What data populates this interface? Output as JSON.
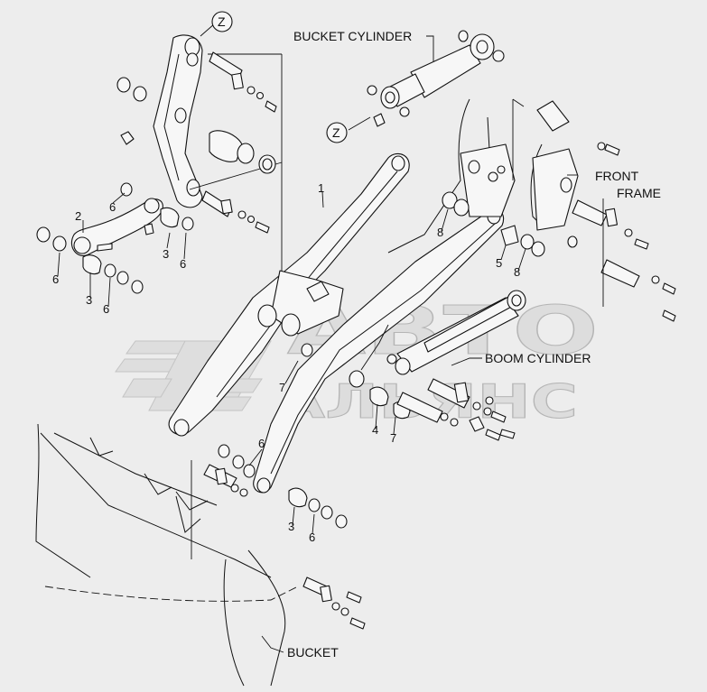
{
  "labels": {
    "bucket_cylinder": "BUCKET CYLINDER",
    "front": "FRONT",
    "frame": "FRAME",
    "boom_cylinder": "BOOM CYLINDER",
    "bucket": "BUCKET"
  },
  "callouts": {
    "z_top": "Z",
    "z_mid": "Z",
    "n1": "1",
    "n2": "2",
    "n3a": "3",
    "n3b": "3",
    "n3c": "3",
    "n4": "4",
    "n5": "5",
    "n6a": "6",
    "n6b": "6",
    "n6c": "6",
    "n6d": "6",
    "n6e": "6",
    "n7a": "7",
    "n7b": "7",
    "n8a": "8",
    "n8b": "8"
  },
  "watermark": {
    "line1": "АВТО",
    "line2": "АЛЬЯНС"
  }
}
